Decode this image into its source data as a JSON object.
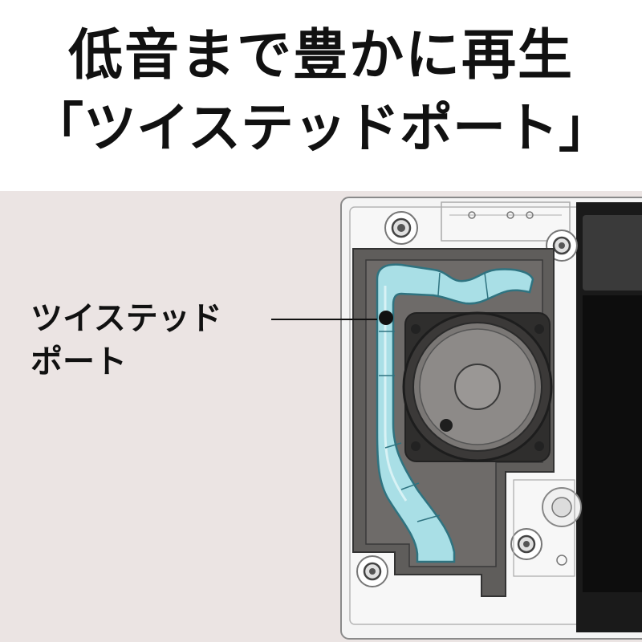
{
  "headline": {
    "line1": "低音まで豊かに再生",
    "line2": "「ツイステッドポート」"
  },
  "callout": {
    "line1": "ツイステッド",
    "line2": "ポート"
  },
  "colors": {
    "panel_bg": "#ebe4e3",
    "port": "#a9dfe6",
    "port_outline": "#3d7f89",
    "chassis": "#5c5a58",
    "frame": "#f2f2f2",
    "screen": "#111111"
  }
}
